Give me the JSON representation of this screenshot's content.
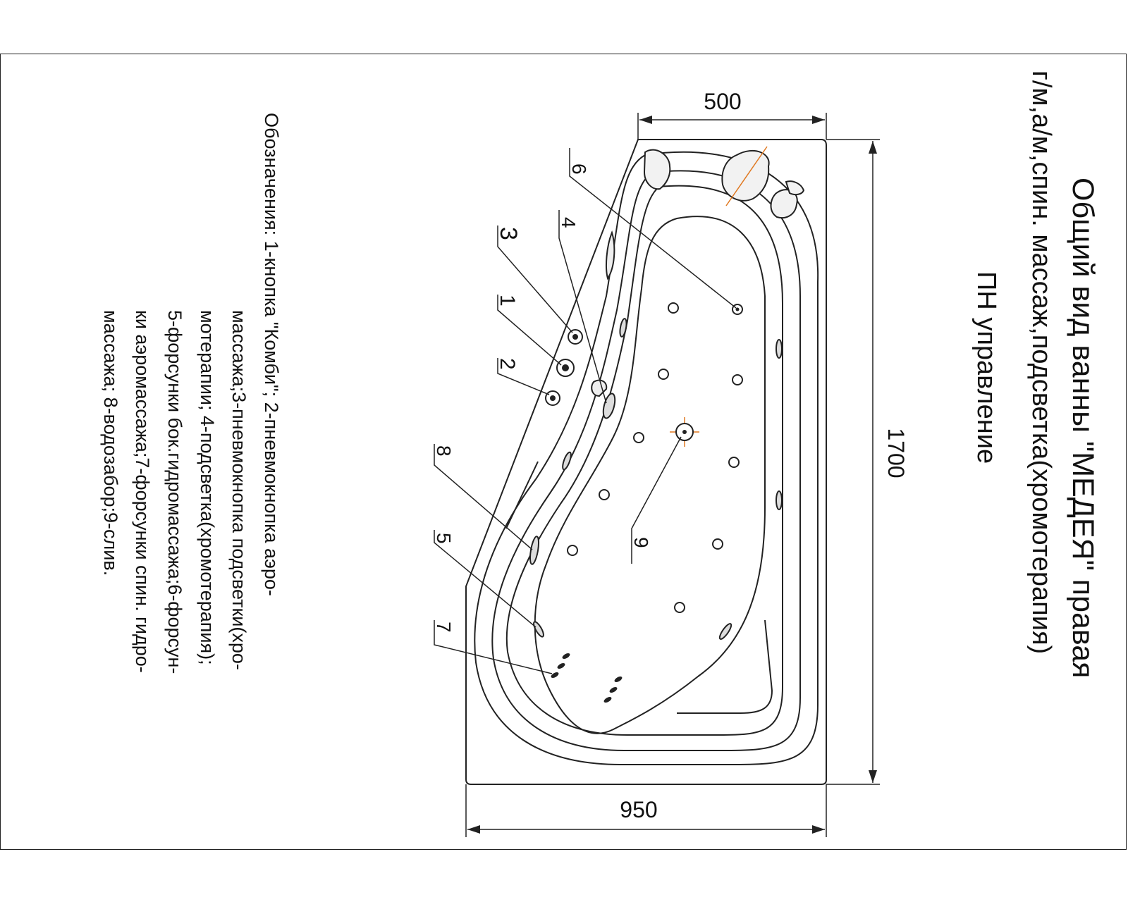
{
  "title": {
    "line1": "Общий вид ванны \"МЕДЕЯ\" правая",
    "line2": "г/м,а/м,спин. массаж,подсветка(хромотерапия)",
    "line3": "ПН управление"
  },
  "dimensions": {
    "top": "500",
    "side": "1700",
    "bottom": "950"
  },
  "callouts": [
    "6",
    "4",
    "3",
    "1",
    "2",
    "8",
    "5",
    "7",
    "9"
  ],
  "legend": {
    "lines": [
      "Обозначения: 1-кнопка \"Комби\"; 2-пневмокнопка аэро-",
      "массажа;3-пневмокнопка подсветки(хро-",
      "мотерапии; 4-подсветка(хромотерапия);",
      "5-форсунки бок.гидромассажа;6-форсун-",
      "ки аэромассажа;7-форсунки спин. гидро-",
      "массажа; 8-водозабор;9-слив."
    ]
  },
  "colors": {
    "line": "#222222",
    "accent": "#e07820"
  }
}
